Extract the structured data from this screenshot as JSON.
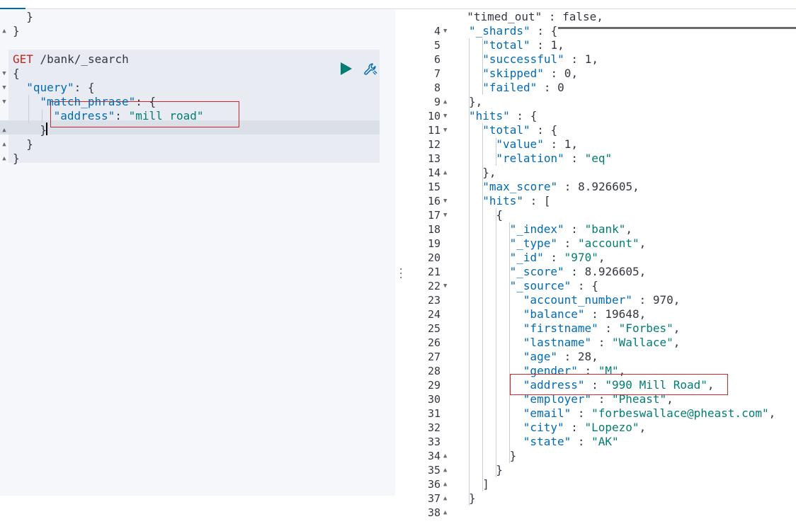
{
  "request": {
    "prev_lines": [
      "  }",
      "}"
    ],
    "method": "GET",
    "path": "/bank/_search",
    "lines": [
      {
        "indent": 0,
        "parts": [
          [
            "punc",
            "{"
          ]
        ]
      },
      {
        "indent": 1,
        "parts": [
          [
            "key",
            "\"query\""
          ],
          [
            "punc",
            ": {"
          ]
        ]
      },
      {
        "indent": 2,
        "parts": [
          [
            "key",
            "\"match_phrase\""
          ],
          [
            "punc",
            ": {"
          ]
        ]
      },
      {
        "indent": 3,
        "parts": [
          [
            "key",
            "\"address\""
          ],
          [
            "punc",
            ": "
          ],
          [
            "str",
            "\"mill road\""
          ]
        ]
      },
      {
        "indent": 2,
        "parts": [
          [
            "punc",
            "}"
          ]
        ]
      },
      {
        "indent": 1,
        "parts": [
          [
            "punc",
            "}"
          ]
        ]
      },
      {
        "indent": 0,
        "parts": [
          [
            "punc",
            "}"
          ]
        ]
      }
    ]
  },
  "response": {
    "first_line_partial": "  \"timed_out\" : false,",
    "lines": [
      {
        "n": "4",
        "fold": "open",
        "indent": 1,
        "parts": [
          [
            "key",
            "\"_shards\""
          ],
          [
            "punc",
            " : {"
          ]
        ]
      },
      {
        "n": "5",
        "indent": 2,
        "parts": [
          [
            "key",
            "\"total\""
          ],
          [
            "punc",
            " : "
          ],
          [
            "num",
            "1"
          ],
          [
            "punc",
            ","
          ]
        ]
      },
      {
        "n": "6",
        "indent": 2,
        "parts": [
          [
            "key",
            "\"successful\""
          ],
          [
            "punc",
            " : "
          ],
          [
            "num",
            "1"
          ],
          [
            "punc",
            ","
          ]
        ]
      },
      {
        "n": "7",
        "indent": 2,
        "parts": [
          [
            "key",
            "\"skipped\""
          ],
          [
            "punc",
            " : "
          ],
          [
            "num",
            "0"
          ],
          [
            "punc",
            ","
          ]
        ]
      },
      {
        "n": "8",
        "indent": 2,
        "parts": [
          [
            "key",
            "\"failed\""
          ],
          [
            "punc",
            " : "
          ],
          [
            "num",
            "0"
          ]
        ]
      },
      {
        "n": "9",
        "fold": "close",
        "indent": 1,
        "parts": [
          [
            "punc",
            "},"
          ]
        ]
      },
      {
        "n": "10",
        "fold": "open",
        "indent": 1,
        "parts": [
          [
            "key",
            "\"hits\""
          ],
          [
            "punc",
            " : {"
          ]
        ]
      },
      {
        "n": "11",
        "fold": "open",
        "indent": 2,
        "parts": [
          [
            "key",
            "\"total\""
          ],
          [
            "punc",
            " : {"
          ]
        ]
      },
      {
        "n": "12",
        "indent": 3,
        "parts": [
          [
            "key",
            "\"value\""
          ],
          [
            "punc",
            " : "
          ],
          [
            "num",
            "1"
          ],
          [
            "punc",
            ","
          ]
        ]
      },
      {
        "n": "13",
        "indent": 3,
        "parts": [
          [
            "key",
            "\"relation\""
          ],
          [
            "punc",
            " : "
          ],
          [
            "str",
            "\"eq\""
          ]
        ]
      },
      {
        "n": "14",
        "fold": "close",
        "indent": 2,
        "parts": [
          [
            "punc",
            "},"
          ]
        ]
      },
      {
        "n": "15",
        "indent": 2,
        "parts": [
          [
            "key",
            "\"max_score\""
          ],
          [
            "punc",
            " : "
          ],
          [
            "num",
            "8.926605"
          ],
          [
            "punc",
            ","
          ]
        ]
      },
      {
        "n": "16",
        "fold": "open",
        "indent": 2,
        "parts": [
          [
            "key",
            "\"hits\""
          ],
          [
            "punc",
            " : ["
          ]
        ]
      },
      {
        "n": "17",
        "fold": "open",
        "indent": 3,
        "parts": [
          [
            "punc",
            "{"
          ]
        ]
      },
      {
        "n": "18",
        "indent": 4,
        "parts": [
          [
            "key",
            "\"_index\""
          ],
          [
            "punc",
            " : "
          ],
          [
            "str",
            "\"bank\""
          ],
          [
            "punc",
            ","
          ]
        ]
      },
      {
        "n": "19",
        "indent": 4,
        "parts": [
          [
            "key",
            "\"_type\""
          ],
          [
            "punc",
            " : "
          ],
          [
            "str",
            "\"account\""
          ],
          [
            "punc",
            ","
          ]
        ]
      },
      {
        "n": "20",
        "indent": 4,
        "parts": [
          [
            "key",
            "\"_id\""
          ],
          [
            "punc",
            " : "
          ],
          [
            "str",
            "\"970\""
          ],
          [
            "punc",
            ","
          ]
        ]
      },
      {
        "n": "21",
        "indent": 4,
        "parts": [
          [
            "key",
            "\"_score\""
          ],
          [
            "punc",
            " : "
          ],
          [
            "num",
            "8.926605"
          ],
          [
            "punc",
            ","
          ]
        ]
      },
      {
        "n": "22",
        "fold": "open",
        "indent": 4,
        "parts": [
          [
            "key",
            "\"_source\""
          ],
          [
            "punc",
            " : {"
          ]
        ]
      },
      {
        "n": "23",
        "indent": 5,
        "parts": [
          [
            "key",
            "\"account_number\""
          ],
          [
            "punc",
            " : "
          ],
          [
            "num",
            "970"
          ],
          [
            "punc",
            ","
          ]
        ]
      },
      {
        "n": "24",
        "indent": 5,
        "parts": [
          [
            "key",
            "\"balance\""
          ],
          [
            "punc",
            " : "
          ],
          [
            "num",
            "19648"
          ],
          [
            "punc",
            ","
          ]
        ]
      },
      {
        "n": "25",
        "indent": 5,
        "parts": [
          [
            "key",
            "\"firstname\""
          ],
          [
            "punc",
            " : "
          ],
          [
            "str",
            "\"Forbes\""
          ],
          [
            "punc",
            ","
          ]
        ]
      },
      {
        "n": "26",
        "indent": 5,
        "parts": [
          [
            "key",
            "\"lastname\""
          ],
          [
            "punc",
            " : "
          ],
          [
            "str",
            "\"Wallace\""
          ],
          [
            "punc",
            ","
          ]
        ]
      },
      {
        "n": "27",
        "indent": 5,
        "parts": [
          [
            "key",
            "\"age\""
          ],
          [
            "punc",
            " : "
          ],
          [
            "num",
            "28"
          ],
          [
            "punc",
            ","
          ]
        ]
      },
      {
        "n": "28",
        "indent": 5,
        "parts": [
          [
            "key",
            "\"gender\""
          ],
          [
            "punc",
            " : "
          ],
          [
            "str",
            "\"M\""
          ],
          [
            "punc",
            ","
          ]
        ]
      },
      {
        "n": "29",
        "indent": 5,
        "parts": [
          [
            "key",
            "\"address\""
          ],
          [
            "punc",
            " : "
          ],
          [
            "str",
            "\"990 Mill Road\""
          ],
          [
            "punc",
            ","
          ]
        ]
      },
      {
        "n": "30",
        "indent": 5,
        "parts": [
          [
            "key",
            "\"employer\""
          ],
          [
            "punc",
            " : "
          ],
          [
            "str",
            "\"Pheast\""
          ],
          [
            "punc",
            ","
          ]
        ]
      },
      {
        "n": "31",
        "indent": 5,
        "parts": [
          [
            "key",
            "\"email\""
          ],
          [
            "punc",
            " : "
          ],
          [
            "str",
            "\"forbeswallace@pheast.com\""
          ],
          [
            "punc",
            ","
          ]
        ]
      },
      {
        "n": "32",
        "indent": 5,
        "parts": [
          [
            "key",
            "\"city\""
          ],
          [
            "punc",
            " : "
          ],
          [
            "str",
            "\"Lopezo\""
          ],
          [
            "punc",
            ","
          ]
        ]
      },
      {
        "n": "33",
        "indent": 5,
        "parts": [
          [
            "key",
            "\"state\""
          ],
          [
            "punc",
            " : "
          ],
          [
            "str",
            "\"AK\""
          ]
        ]
      },
      {
        "n": "34",
        "fold": "close",
        "indent": 4,
        "parts": [
          [
            "punc",
            "}"
          ]
        ]
      },
      {
        "n": "35",
        "fold": "close",
        "indent": 3,
        "parts": [
          [
            "punc",
            "}"
          ]
        ]
      },
      {
        "n": "36",
        "fold": "close",
        "indent": 2,
        "parts": [
          [
            "punc",
            "]"
          ]
        ]
      },
      {
        "n": "37",
        "fold": "close",
        "indent": 1,
        "parts": [
          [
            "punc",
            "}"
          ]
        ]
      },
      {
        "n": "38",
        "fold": "close",
        "indent": 0,
        "parts": [
          [
            "punc",
            ""
          ]
        ]
      }
    ]
  },
  "icons": {
    "run": "play-icon",
    "settings": "wrench-icon",
    "fold_open": "caret-down-icon",
    "fold_close": "caret-up-icon",
    "splitter": "vertical-dots-icon"
  },
  "colors": {
    "method": "#bd271e",
    "key": "#006bb4",
    "string": "#017d73",
    "run_button": "#017d73",
    "highlight_box": "#d0252b"
  }
}
